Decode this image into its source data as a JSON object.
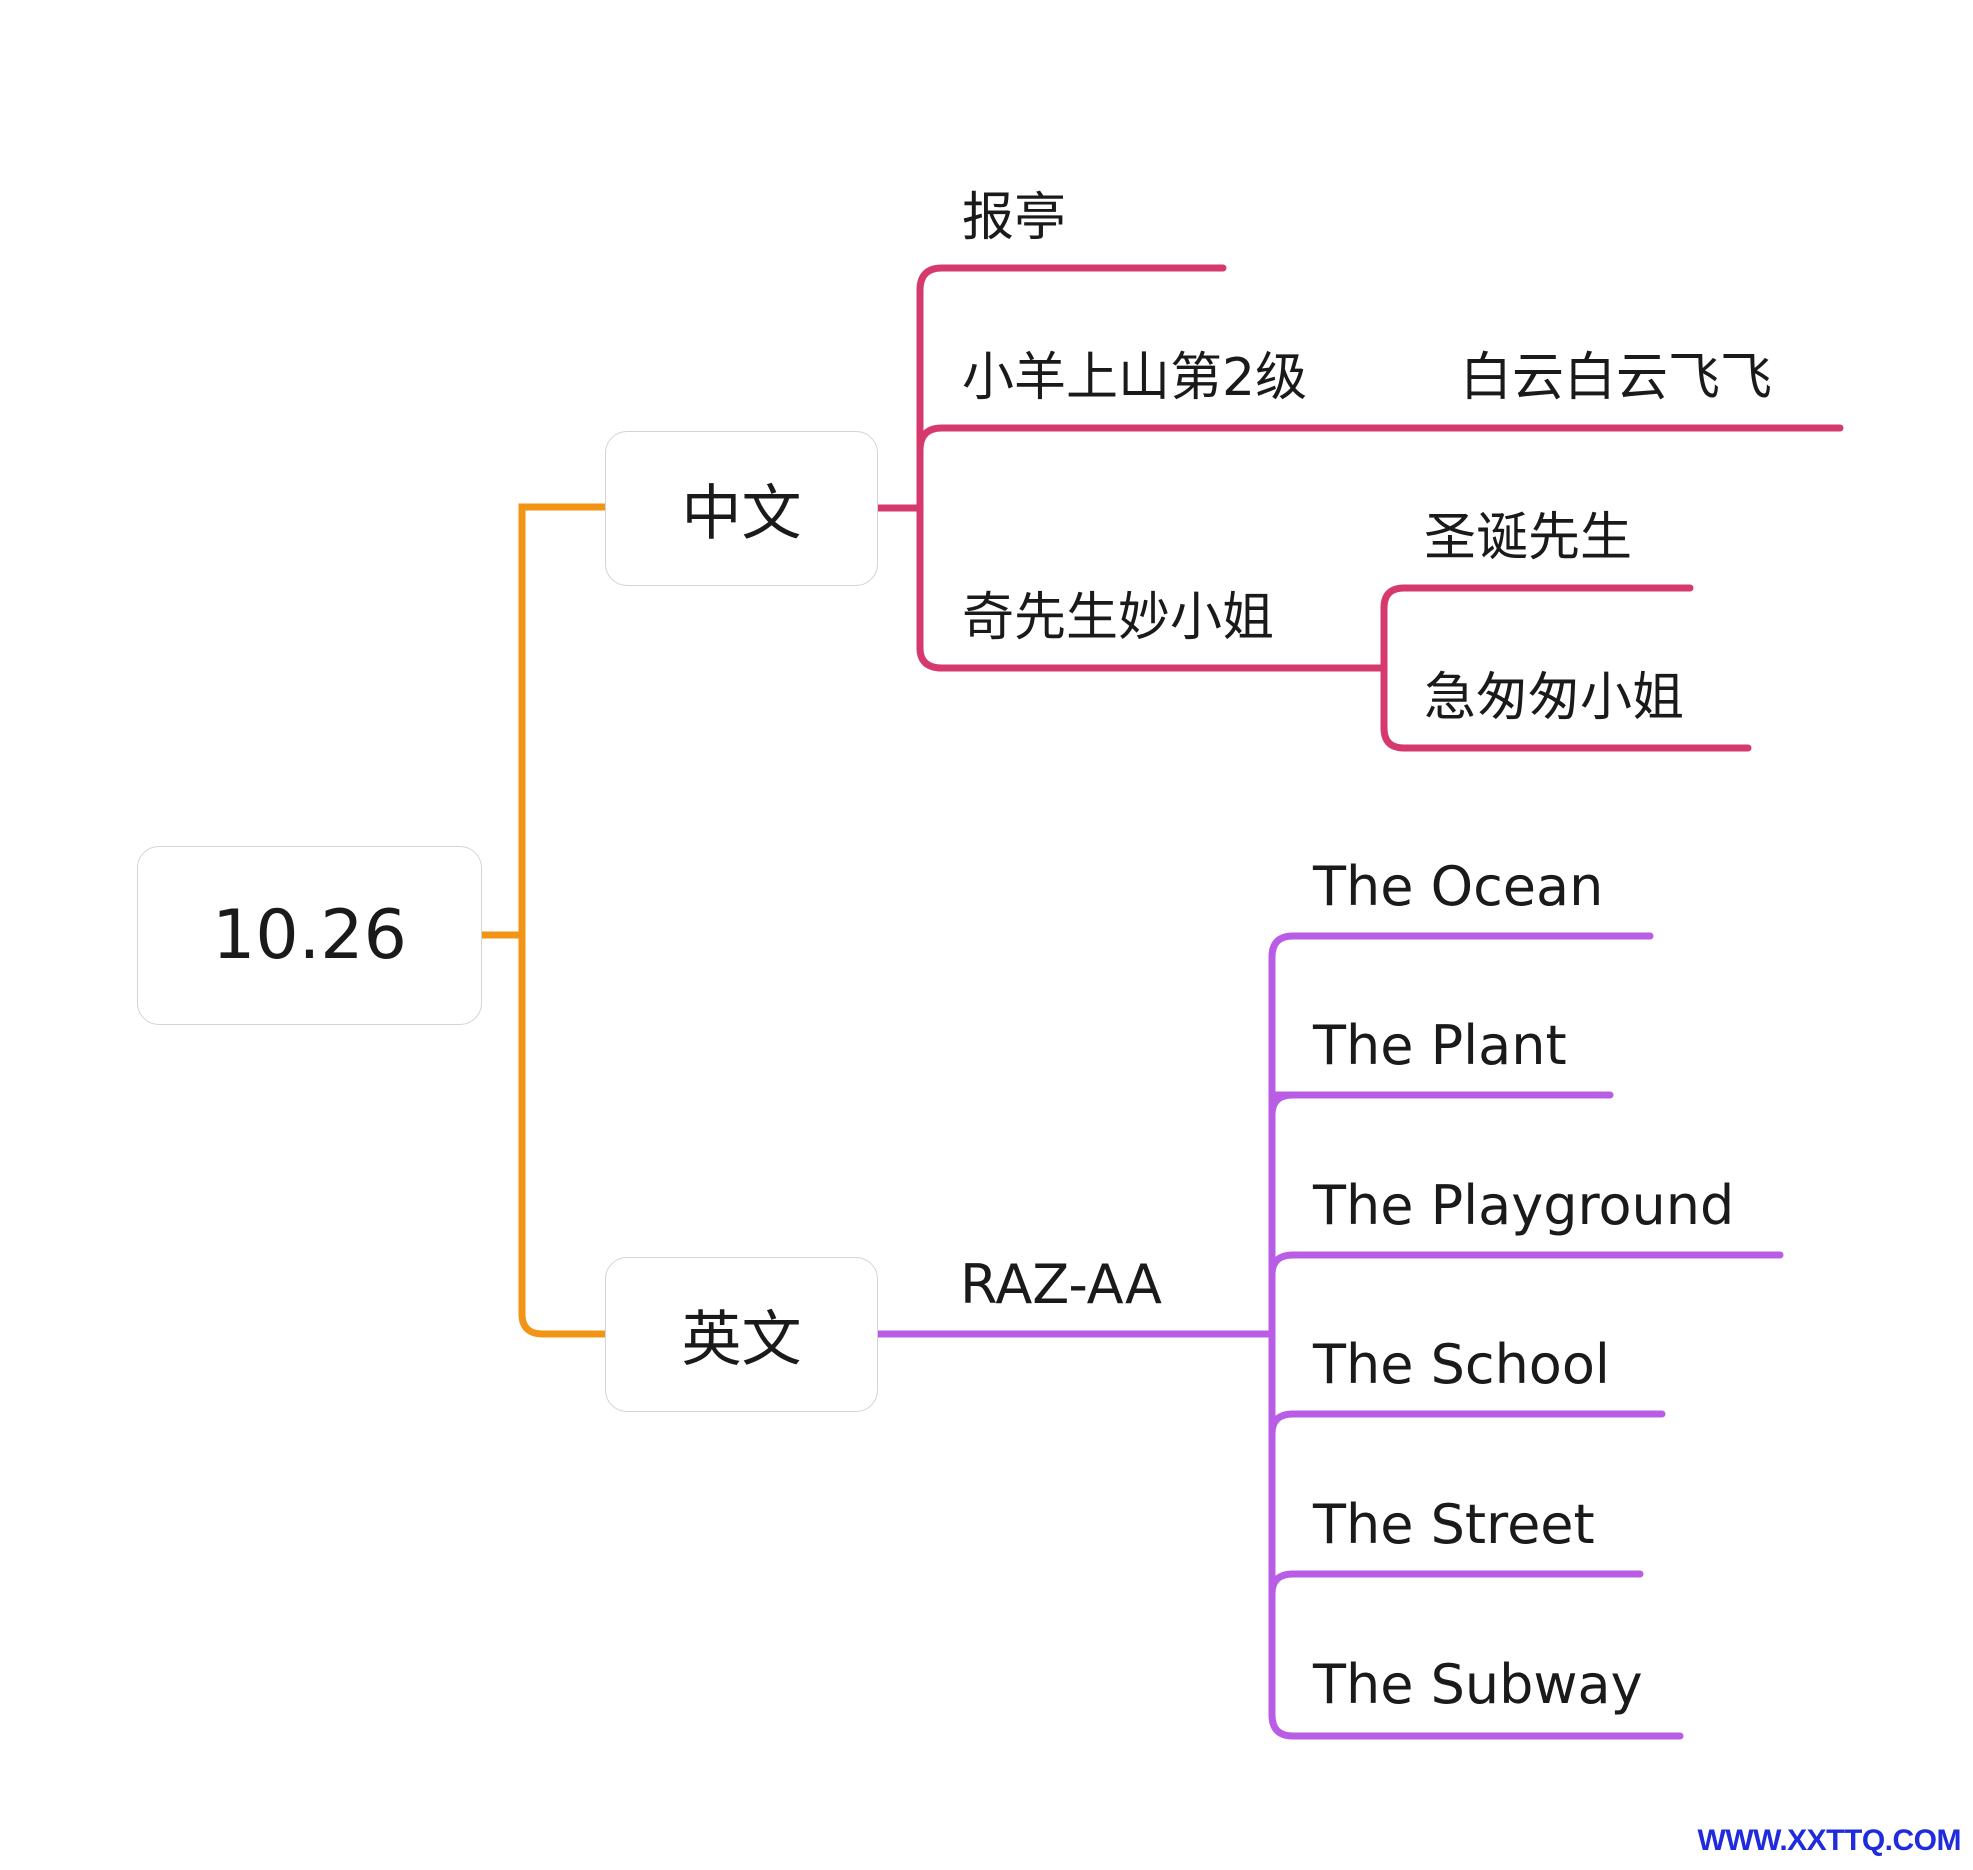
{
  "root": {
    "label": "10.26"
  },
  "branches": {
    "chinese": {
      "label": "中文",
      "color": "#d63a6c",
      "items": [
        {
          "label": "报亭"
        },
        {
          "label": "小羊上山第2级",
          "children": [
            "白云白云飞飞"
          ]
        },
        {
          "label": "奇先生妙小姐",
          "children": [
            "圣诞先生",
            "急匆匆小姐"
          ]
        }
      ]
    },
    "english": {
      "label": "英文",
      "color": "#b95ce6",
      "group": "RAZ-AA",
      "items": [
        {
          "label": "The Ocean"
        },
        {
          "label": "The Plant"
        },
        {
          "label": "The Playground"
        },
        {
          "label": "The School"
        },
        {
          "label": "The Street"
        },
        {
          "label": "The Subway"
        }
      ]
    }
  },
  "trunk_color": "#f29416",
  "watermark": "WWW.XXTTQ.COM"
}
